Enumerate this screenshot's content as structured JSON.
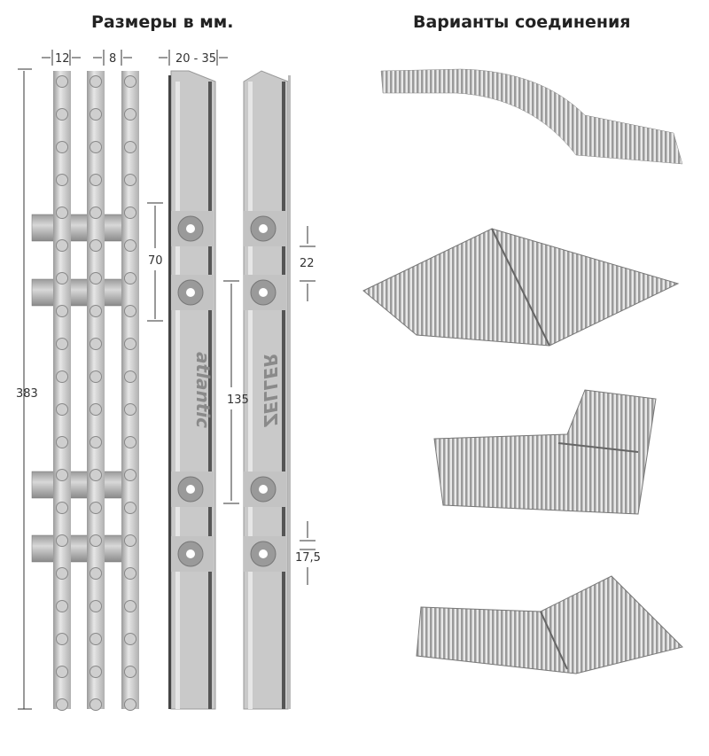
{
  "left_section": {
    "title": "Размеры в мм.",
    "dimensions": {
      "rod_spacing": "12",
      "rod_gap": "8",
      "profile_height": "20 - 35",
      "total_length": "383",
      "connector_pitch": "70",
      "connector_span": "135",
      "top_offset": "22",
      "bottom_offset": "17,5"
    },
    "profile_logos": [
      "atlantic",
      "ZELLER"
    ]
  },
  "right_section": {
    "title": "Варианты соединения",
    "variants": [
      "curved",
      "straight-corner",
      "right-angle",
      "angled"
    ]
  },
  "colors": {
    "metal": "#c8c8c8",
    "dark": "#555555",
    "text": "#222222"
  }
}
